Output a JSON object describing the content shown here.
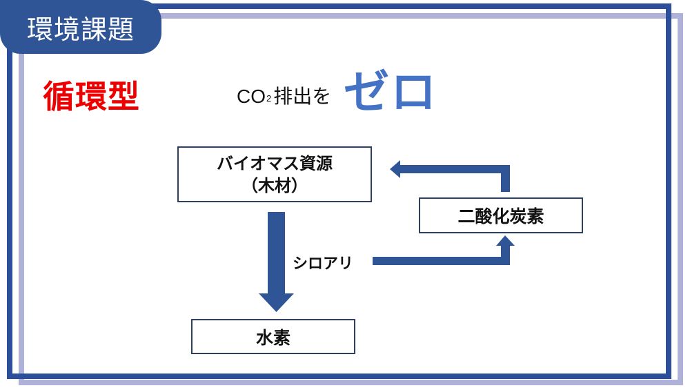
{
  "badge": {
    "label": "環境課題"
  },
  "heading": {
    "title": "循環型",
    "tagline_prefix": "CO",
    "tagline_sub": "2",
    "tagline_suffix": "排出を",
    "emphasis": "ゼロ"
  },
  "colors": {
    "badge_bg": "#2f5597",
    "frame_dark": "#2c4e9b",
    "frame_light": "#b0b1d9",
    "title_red": "#ee0000",
    "emphasis_blue": "#4472c4",
    "arrow_blue": "#2f5597"
  },
  "nodes": {
    "biomass": {
      "line1": "バイオマス資源",
      "line2": "（木材）"
    },
    "co2": {
      "label": "二酸化炭素"
    },
    "hydrogen": {
      "label": "水素"
    }
  },
  "edges": {
    "termite_label": "シロアリ",
    "list": [
      {
        "from": "biomass",
        "to": "hydrogen",
        "label": "シロアリ"
      },
      {
        "from": "biomass",
        "to": "co2",
        "label": "シロアリ"
      },
      {
        "from": "co2",
        "to": "biomass",
        "label": ""
      }
    ]
  }
}
